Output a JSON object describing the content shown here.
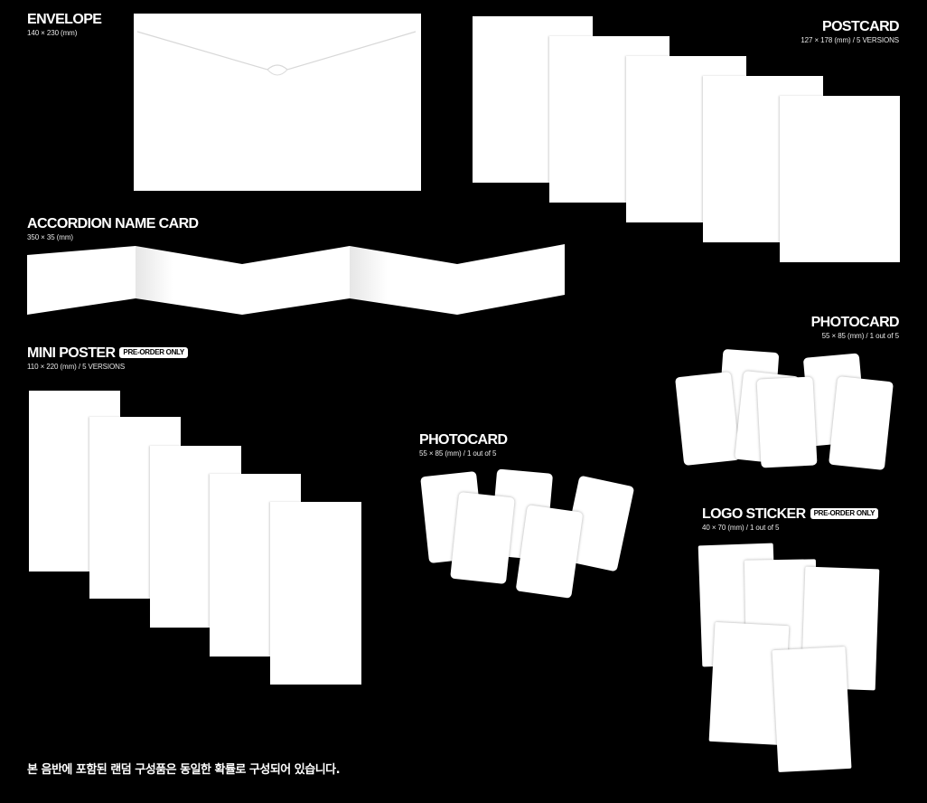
{
  "envelope": {
    "title": "ENVELOPE",
    "spec": "140 × 230 (mm)"
  },
  "postcard": {
    "title": "POSTCARD",
    "spec": "127 × 178 (mm) / 5 VERSIONS"
  },
  "accordion": {
    "title": "ACCORDION NAME CARD",
    "spec": "350 × 35 (mm)"
  },
  "mini_poster": {
    "title": "MINI POSTER",
    "badge": "PRE-ORDER ONLY",
    "spec": "110 × 220 (mm) / 5 VERSIONS"
  },
  "photocard_right": {
    "title": "PHOTOCARD",
    "spec": "55 × 85 (mm) / 1 out of 5"
  },
  "photocard_center": {
    "title": "PHOTOCARD",
    "spec": "55 × 85 (mm) / 1 out of 5"
  },
  "logo_sticker": {
    "title": "LOGO STICKER",
    "badge": "PRE-ORDER ONLY",
    "spec": "40 × 70 (mm) / 1 out of 5"
  },
  "footer": {
    "note": "본 음반에 포함된 랜덤 구성품은 동일한 확률로 구성되어 있습니다."
  }
}
